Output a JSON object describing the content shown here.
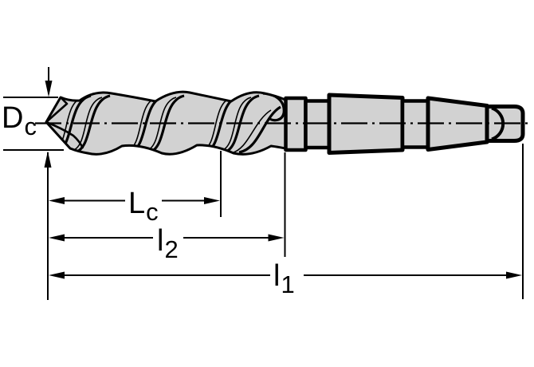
{
  "diagram": {
    "kind": "technical dimension drawing",
    "subject": "twist drill with taper shank, side view",
    "colors": {
      "background": "#ffffff",
      "body_fill": "#d2d2d2",
      "line": "#000000"
    },
    "labels": {
      "diameter": {
        "main": "D",
        "sub": "c"
      },
      "flute_length": {
        "main": "L",
        "sub": "c"
      },
      "usable_length": {
        "main": "l",
        "sub": "2"
      },
      "overall_length": {
        "main": "l",
        "sub": "1"
      }
    }
  }
}
